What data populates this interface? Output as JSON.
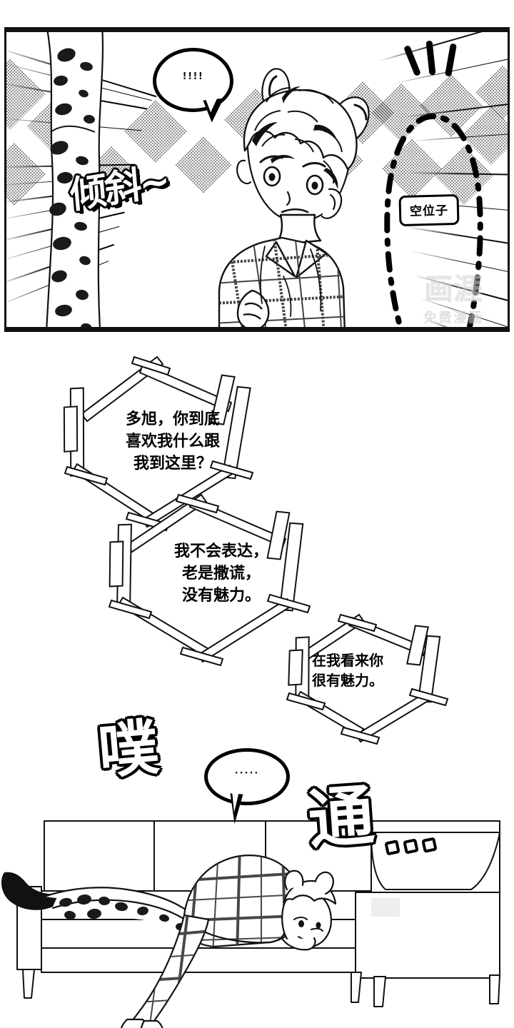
{
  "page": {
    "kind": "manhwa-page",
    "language": "zh-CN",
    "background_color": "#ffffff",
    "ink_color": "#000000"
  },
  "panel_top": {
    "name": "top-panel",
    "speech_bubble": {
      "text": "!!!!"
    },
    "sfx": {
      "text": "倾斜~",
      "meaning_hint": "tilting"
    },
    "seat_label": {
      "text": "空位子",
      "meaning_hint": "empty seat"
    },
    "watermark": {
      "main": "画涯",
      "sub": "免费漫画"
    },
    "character": {
      "description": "boy-with-animal-ears",
      "outfit": "plaid-shirt"
    }
  },
  "dialogue": {
    "boxes": [
      {
        "id": "box-1",
        "text": "多旭，你到底\n喜欢我什么跟\n我到这里？"
      },
      {
        "id": "box-2",
        "text": "我不会表达，\n老是撒谎，\n没有魅力。"
      },
      {
        "id": "box-3",
        "text": "在我看来你\n很有魅力。"
      }
    ]
  },
  "panel_bottom": {
    "name": "sofa-panel",
    "sfx_left": {
      "text": "噗",
      "meaning_hint": "puff"
    },
    "sfx_right": {
      "text": "通",
      "meaning_hint": "thud"
    },
    "sfx_right_trail_dots": 3,
    "speech_bubble": {
      "text": "·····"
    },
    "scene": {
      "description": "character-lying-facedown-on-sofa"
    }
  }
}
